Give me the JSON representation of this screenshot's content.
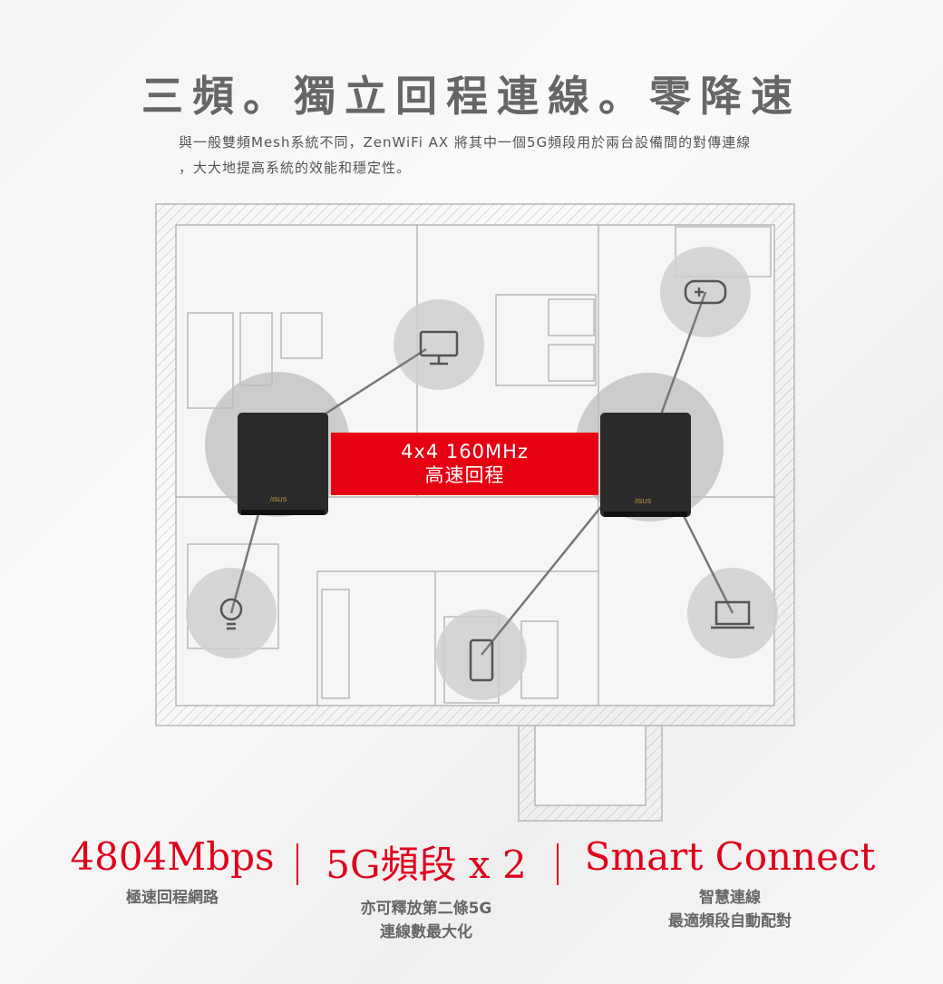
{
  "header": {
    "title": "三頻。獨立回程連線。零降速",
    "desc_line1": "與一般雙頻Mesh系統不同，ZenWiFi AX 將其中一個5G頻段用於兩台設備間的對傳連線",
    "desc_line2": "，大大地提高系統的效能和穩定性。"
  },
  "diagram": {
    "banner_line1": "4x4 160MHz",
    "banner_line2": "高速回程",
    "router_logo": "/ISUS",
    "accent": "#e60012"
  },
  "stats": [
    {
      "value": "4804Mbps",
      "line1": "極速回程網路",
      "line2": ""
    },
    {
      "value": "5G頻段 x 2",
      "line1": "亦可釋放第二條5G",
      "line2": "連線數最大化"
    },
    {
      "value": "Smart Connect",
      "line1": "智慧連線",
      "line2": "最適頻段自動配對"
    }
  ]
}
